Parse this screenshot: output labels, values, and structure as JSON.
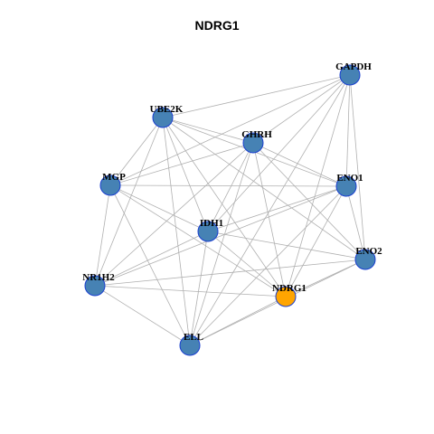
{
  "title": "NDRG1",
  "colors": {
    "node_default": "#4682B4",
    "node_focus": "#FFA500",
    "node_border": "#1A3FD0",
    "edge": "#B0B0B0"
  },
  "nodes": [
    {
      "id": "GAPDH",
      "label": "GAPDH"
    },
    {
      "id": "UBE2K",
      "label": "UBE2K"
    },
    {
      "id": "GHRH",
      "label": "GHRH"
    },
    {
      "id": "MGP",
      "label": "MGP"
    },
    {
      "id": "ENO1",
      "label": "ENO1"
    },
    {
      "id": "IDH1",
      "label": "IDH1"
    },
    {
      "id": "ENO2",
      "label": "ENO2"
    },
    {
      "id": "NR1H2",
      "label": "NR1H2"
    },
    {
      "id": "NDRG1",
      "label": "NDRG1",
      "focus": true
    },
    {
      "id": "ELL",
      "label": "ELL"
    }
  ],
  "edges": [
    [
      "GAPDH",
      "UBE2K"
    ],
    [
      "GAPDH",
      "GHRH"
    ],
    [
      "GAPDH",
      "MGP"
    ],
    [
      "GAPDH",
      "ENO1"
    ],
    [
      "GAPDH",
      "IDH1"
    ],
    [
      "GAPDH",
      "ENO2"
    ],
    [
      "GAPDH",
      "NDRG1"
    ],
    [
      "GAPDH",
      "ELL"
    ],
    [
      "UBE2K",
      "GHRH"
    ],
    [
      "UBE2K",
      "MGP"
    ],
    [
      "UBE2K",
      "ENO1"
    ],
    [
      "UBE2K",
      "IDH1"
    ],
    [
      "UBE2K",
      "ENO2"
    ],
    [
      "UBE2K",
      "NR1H2"
    ],
    [
      "UBE2K",
      "NDRG1"
    ],
    [
      "UBE2K",
      "ELL"
    ],
    [
      "GHRH",
      "MGP"
    ],
    [
      "GHRH",
      "ENO1"
    ],
    [
      "GHRH",
      "IDH1"
    ],
    [
      "GHRH",
      "ENO2"
    ],
    [
      "GHRH",
      "NR1H2"
    ],
    [
      "GHRH",
      "NDRG1"
    ],
    [
      "GHRH",
      "ELL"
    ],
    [
      "MGP",
      "ENO1"
    ],
    [
      "MGP",
      "IDH1"
    ],
    [
      "MGP",
      "NR1H2"
    ],
    [
      "MGP",
      "NDRG1"
    ],
    [
      "MGP",
      "ELL"
    ],
    [
      "ENO1",
      "IDH1"
    ],
    [
      "ENO1",
      "ENO2"
    ],
    [
      "ENO1",
      "NR1H2"
    ],
    [
      "ENO1",
      "NDRG1"
    ],
    [
      "ENO1",
      "ELL"
    ],
    [
      "IDH1",
      "ENO2"
    ],
    [
      "IDH1",
      "NR1H2"
    ],
    [
      "IDH1",
      "NDRG1"
    ],
    [
      "IDH1",
      "ELL"
    ],
    [
      "ENO2",
      "NR1H2"
    ],
    [
      "ENO2",
      "NDRG1"
    ],
    [
      "ENO2",
      "ELL"
    ],
    [
      "NR1H2",
      "NDRG1"
    ],
    [
      "NR1H2",
      "ELL"
    ],
    [
      "NDRG1",
      "ELL"
    ]
  ]
}
